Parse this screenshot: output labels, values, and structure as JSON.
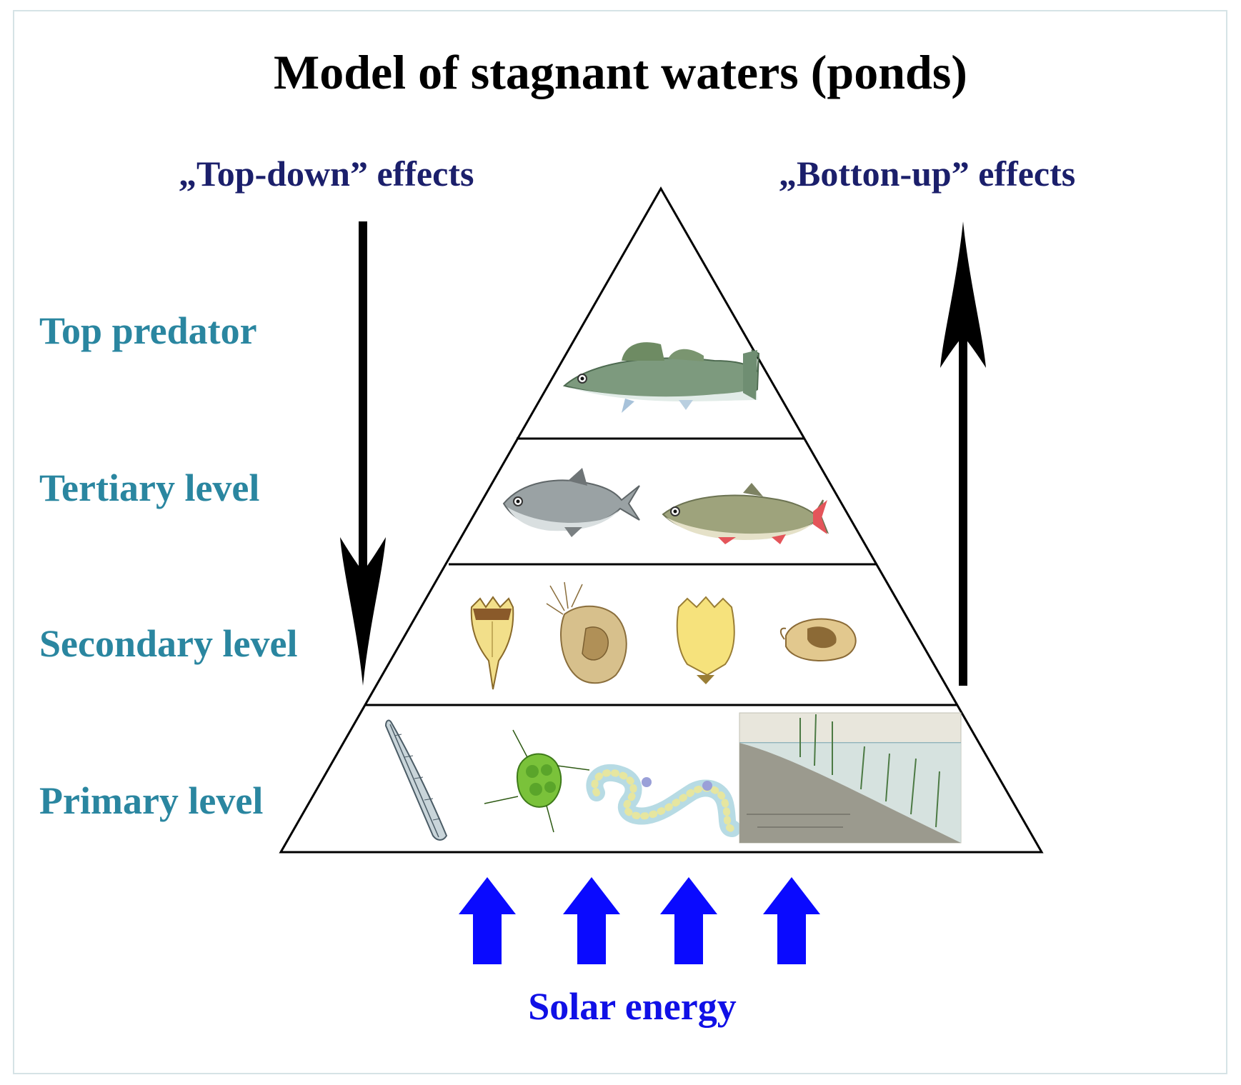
{
  "title": "Model of stagnant waters (ponds)",
  "effects": {
    "top_down": "„Top-down” effects",
    "bottom_up": "„Botton-up” effects"
  },
  "levels": [
    {
      "label": "Top predator",
      "organisms": [
        "zander-fish-icon"
      ]
    },
    {
      "label": "Tertiary level",
      "organisms": [
        "bream-fish-icon",
        "rudd-fish-icon"
      ]
    },
    {
      "label": "Secondary level",
      "organisms": [
        "rotifer-icon",
        "copepod-icon",
        "rotifer-icon",
        "ostracod-icon"
      ]
    },
    {
      "label": "Primary level",
      "organisms": [
        "diatom-icon",
        "green-alga-icon",
        "cyanobacteria-chain-icon",
        "macrophyte-littoral-icon"
      ]
    }
  ],
  "solar_energy": "Solar energy",
  "colors": {
    "title": "#000000",
    "effects": "#1b1f6b",
    "levels": "#2a86a0",
    "solar": "#1010e6",
    "solar_arrows": "#0a0aff",
    "effect_arrows": "#000000",
    "pyramid_outline": "#000000"
  }
}
